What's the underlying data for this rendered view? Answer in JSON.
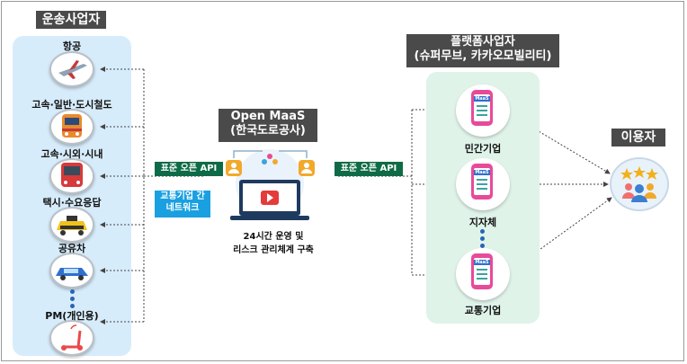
{
  "operators": {
    "title": "운송사업자",
    "categories": [
      {
        "label": "항공",
        "icon": "airplane-icon"
      },
      {
        "label": "고속·일반·도시철도",
        "icon": "train-icon"
      },
      {
        "label": "고속·시외·시내",
        "icon": "bus-icon"
      },
      {
        "label": "택시·수요응답",
        "icon": "taxi-icon"
      },
      {
        "label": "공유차",
        "icon": "car-icon"
      },
      {
        "label": "PM(개인용)",
        "icon": "scooter-icon"
      }
    ]
  },
  "center": {
    "title_line1": "Open MaaS",
    "title_line2": "(한국도로공사)",
    "api_left": "표준 오픈 API",
    "network_line1": "교통기업 간",
    "network_line2": "네트워크",
    "caption_line1": "24시간 운영 및",
    "caption_line2": "리스크 관리체계 구축",
    "api_right": "표준 오픈 API"
  },
  "platform": {
    "title_line1": "플랫폼사업자",
    "title_line2": "(슈퍼무브, 카카오모빌리티)",
    "phone_label": "MaaS",
    "items": [
      {
        "label": "민간기업",
        "icon": "phone-app-icon"
      },
      {
        "label": "지자체",
        "icon": "phone-app-icon"
      },
      {
        "label": "교통기업",
        "icon": "phone-app-icon"
      }
    ]
  },
  "user": {
    "title": "이용자",
    "icon": "users-rating-icon"
  },
  "colors": {
    "left_panel": "#d7ecfb",
    "right_panel": "#dff3e9",
    "header": "#4a4a4a",
    "api_badge": "#0f6b47",
    "network_badge": "#1aa0e0"
  }
}
